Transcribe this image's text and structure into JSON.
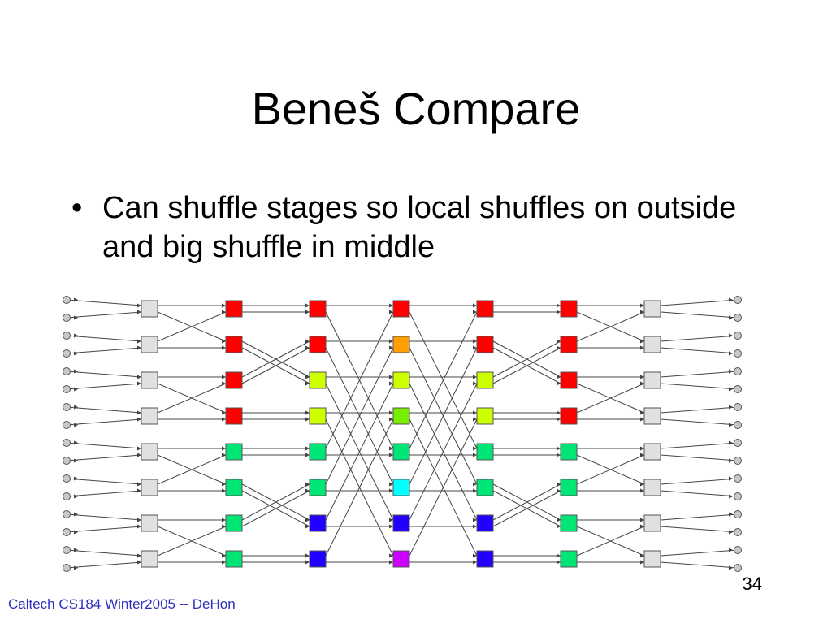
{
  "slide": {
    "title": "Beneš Compare",
    "bullets": [
      {
        "marker": "•",
        "text": "Can shuffle stages so local shuffles on outside and big shuffle in middle"
      }
    ],
    "footer": "Caltech CS184 Winter2005 -- DeHon",
    "page_number": "34"
  },
  "diagram": {
    "rows": 16,
    "switch_rows": 8,
    "stages": 7,
    "colors": {
      "gray": "#e0e0e0",
      "red": "#ff0000",
      "orange": "#ffa000",
      "yellow": "#ccff00",
      "lime": "#77ee00",
      "green": "#00e676",
      "cyan": "#00ffff",
      "blue": "#2200ff",
      "magenta": "#cc00ff",
      "terminal": "#c8c8c8",
      "line": "#444444"
    },
    "switch_colors": [
      [
        "gray",
        "gray",
        "gray",
        "gray",
        "gray",
        "gray",
        "gray",
        "gray"
      ],
      [
        "red",
        "red",
        "red",
        "red",
        "green",
        "green",
        "green",
        "green"
      ],
      [
        "red",
        "red",
        "yellow",
        "yellow",
        "green",
        "green",
        "blue",
        "blue"
      ],
      [
        "red",
        "orange",
        "yellow",
        "lime",
        "green",
        "cyan",
        "blue",
        "magenta"
      ],
      [
        "red",
        "red",
        "yellow",
        "yellow",
        "green",
        "green",
        "blue",
        "blue"
      ],
      [
        "red",
        "red",
        "red",
        "red",
        "green",
        "green",
        "green",
        "green"
      ],
      [
        "gray",
        "gray",
        "gray",
        "gray",
        "gray",
        "gray",
        "gray",
        "gray"
      ]
    ]
  }
}
